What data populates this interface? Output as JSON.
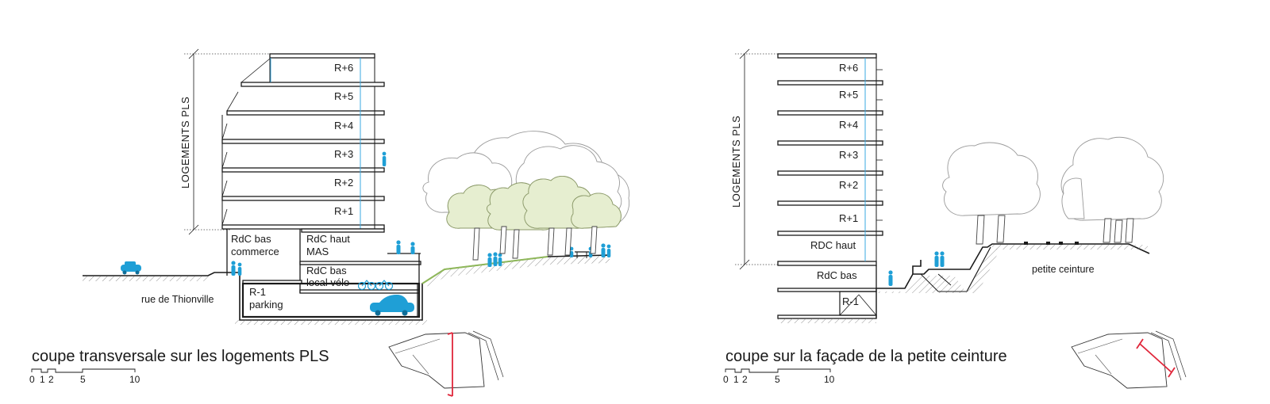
{
  "left_section": {
    "caption": "coupe transversale sur les logements PLS",
    "height_label": "LOGEMENTS PLS",
    "floors": [
      "R+6",
      "R+5",
      "R+4",
      "R+3",
      "R+2",
      "R+1"
    ],
    "rooms": {
      "commerce": [
        "RdC bas",
        "commerce"
      ],
      "mas": [
        "RdC haut",
        "MAS"
      ],
      "velo": [
        "RdC bas",
        "local vélo"
      ],
      "parking": [
        "R-1",
        "parking"
      ]
    },
    "street": "rue de Thionville"
  },
  "right_section": {
    "caption": "coupe sur la façade de la petite ceinture",
    "height_label": "LOGEMENTS PLS",
    "floors": [
      "R+6",
      "R+5",
      "R+4",
      "R+3",
      "R+2",
      "R+1"
    ],
    "rooms": {
      "rdc_haut": "RDC haut",
      "rdc_bas": "RdC bas",
      "r_minus_1": "R-1"
    },
    "track": "petite ceinture"
  },
  "scale_bar": {
    "ticks": [
      "0",
      "1",
      "2",
      "5",
      "10"
    ]
  },
  "colors": {
    "accent_people": "#1f9fd6",
    "section_marker": "#e0263a",
    "foliage": "#e6eed0"
  }
}
